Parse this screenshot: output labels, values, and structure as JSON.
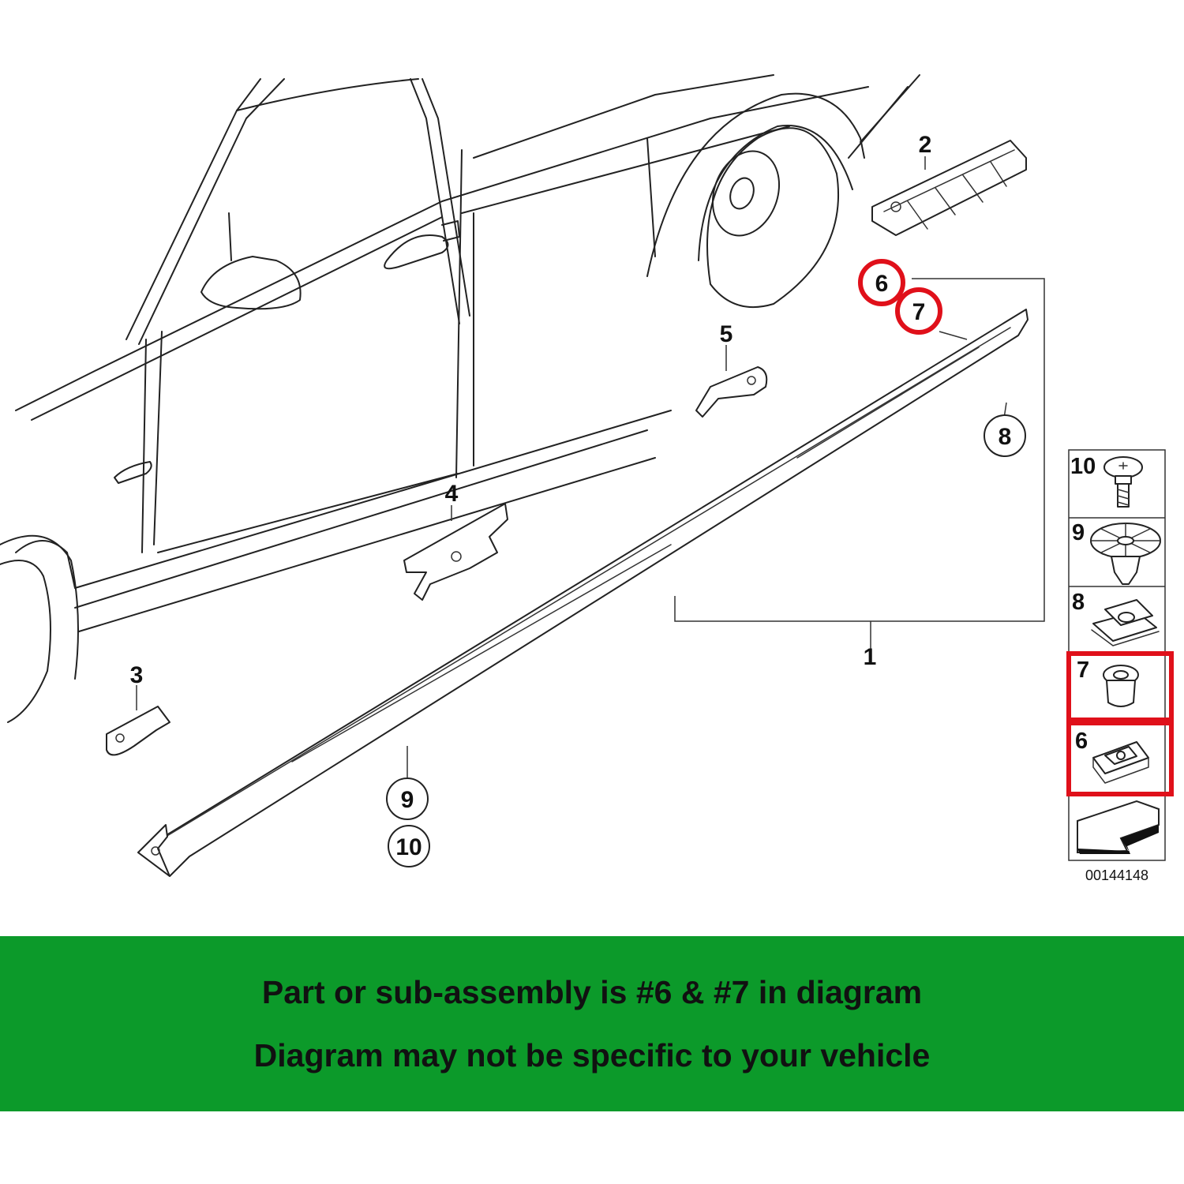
{
  "colors": {
    "banner_bg": "#0c9a2a",
    "highlight": "#e0101a",
    "line": "#222222"
  },
  "diagram": {
    "callouts": {
      "c1": "1",
      "c2": "2",
      "c3": "3",
      "c4": "4",
      "c5": "5",
      "c6": "6",
      "c7": "7",
      "c8": "8",
      "c9": "9",
      "c10": "10"
    },
    "legend": {
      "items": [
        {
          "number": "10",
          "part": "screw-icon",
          "highlighted": false
        },
        {
          "number": "9",
          "part": "expanding-rivet-icon",
          "highlighted": false
        },
        {
          "number": "8",
          "part": "clip-nut-icon",
          "highlighted": false
        },
        {
          "number": "7",
          "part": "grommet-icon",
          "highlighted": true
        },
        {
          "number": "6",
          "part": "clip-icon",
          "highlighted": true
        }
      ],
      "arrow": "direction-arrow-icon"
    },
    "diagram_id": "00144148"
  },
  "banner": {
    "line1": "Part or sub-assembly is #6 & #7 in diagram",
    "line2": "Diagram may not be specific to your vehicle"
  }
}
